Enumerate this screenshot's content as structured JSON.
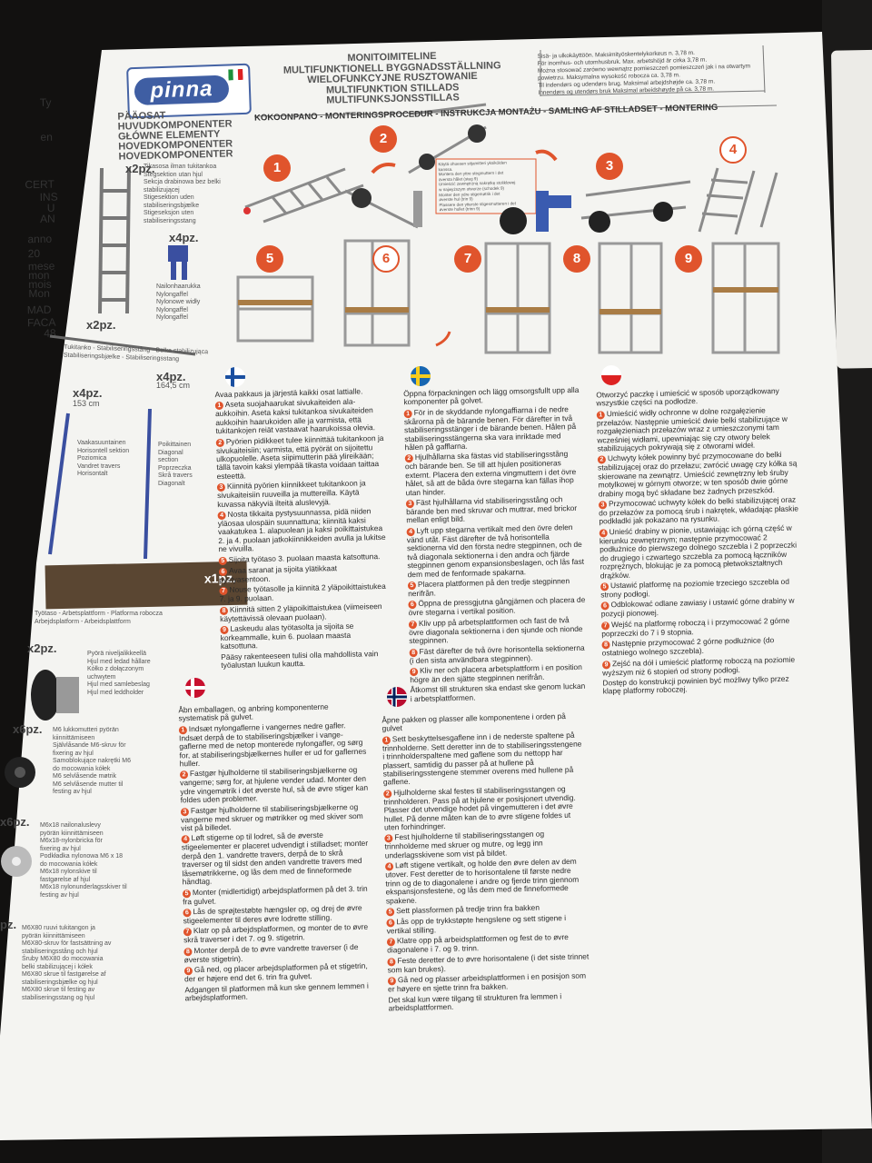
{
  "header": {
    "logo": "pinna",
    "titles": [
      "MONITOIMITELINE",
      "MULTIFUNKTIONELL BYGGNADSSTÄLLNING",
      "WIELOFUNKCYJNE RUSZTOWANIE",
      "MULTIFUNKTION STILLADS",
      "MULTIFUNKSJONSSTILLAS"
    ],
    "specs": [
      "Sisä- ja ulkokäyttöön. Maksimityöskentelykorkeus n. 3,78 m.",
      "För inomhus- och utomhusbruk. Max. arbetshöjd är cirka 3,78 m.",
      "Można stosować zarówno wewnątrz pomieszczeń pomieszczeń jak i na otwartym powietrzu. Maksymalna wysokość robocza ca. 3,78 m.",
      "Til indendørs og udendørs brug. Maksimal arbejdshøjde ca. 3,78 m.",
      "Innendørs og utendørs bruk Maksimal arbeidshøyde på ca. 3,78 m."
    ],
    "procedure": "KOKOONPANO - MONTERINGSPROCEDUR - INSTRUKCJA MONTAŻU - SAMLING AF STILLADSET - MONTERING"
  },
  "components": {
    "title": [
      "PÄÄOSAT",
      "HUVUDKOMPONENTER",
      "GŁÓWNE ELEMENTY",
      "HOVEDKOMPONENTER",
      "HOVEDKOMPONENTER"
    ],
    "ladder_qty": "x2pz.",
    "ladder_text": [
      "Tikasosa ilman tukitankoa",
      "Stegsektion utan hjul",
      "Sekcja drabinowa bez belki",
      "stabilizującej",
      "Stigesektion uden",
      "stabiliseringsbjælke",
      "Stigeseksjon uten",
      "stabiliseringsstang"
    ],
    "nylon_qty": "x4pz.",
    "nylon_text": [
      "Nailonhaarukka",
      "Nylongaffel",
      "Nylonowe widły",
      "Nylongaffel",
      "Nylongaffel"
    ],
    "stab_qty": "x2pz.",
    "stab_text": [
      "Tukitanko - Stabiliseringsstång - Belka stabilizująca",
      "Stabiliseringsbjælke - Stabiliseringsstang"
    ],
    "horiz_qty": "x4pz.",
    "horiz_len": "153 cm",
    "horiz_text": [
      "Vaakasuuntainen",
      "Horisontell sektion",
      "Poziomica",
      "Vandret travers",
      "Horisontalt"
    ],
    "diag_qty": "x4pz.",
    "diag_len": "164,5 cm",
    "diag_text": [
      "Poikittainen",
      "Diagonal",
      "section",
      "Poprzeczka",
      "Skrå travers",
      "Diagonalt"
    ],
    "platform_qty": "x1pz.",
    "platform_text": [
      "Työtaso - Arbetsplattform - Platforma robocza",
      "Arbejdsplatform - Arbeidsplattform"
    ],
    "wheel_qty": "x2pz.",
    "wheel_text": [
      "Pyörä niveljalikkeellä",
      "Hjul med ledad hållare",
      "Kółko z dołączonym",
      "uchwytem",
      "Hjul med samlebeslag",
      "Hjul med leddholder"
    ],
    "nut_qty": "x6pz.",
    "nut_text": [
      "M6 lukkomutteri pyörän",
      "kiinnittämiseen",
      "Självlåsande M6-skruv för",
      "fixering av hjul",
      "Samoblokujące nakrętki M6",
      "do mocowania kółek",
      "M6 selvlåsende møtrik",
      "M6 selvlåsende mutter til",
      "festing av hjul"
    ],
    "washer_qty": "x6pz.",
    "washer_text": [
      "M6x18 nailonaluslevy",
      "pyörän kiinnittämiseen",
      "M6x18-nylonbricka för",
      "fixering av hjul",
      "Podkładka nylonowa M6 x 18",
      "do mocowania kółek",
      "M6x18 nylonskive til",
      "fastgørelse af hjul",
      "M6x18 nylonunderlagsskiver til",
      "festing av hjul"
    ],
    "screw_qty": "pz.",
    "screw_text": [
      "M6X80 ruuvi tukitangon ja",
      "pyörän kiinnittämiseen",
      "M6X80-skruv för fastsättning av",
      "stabiliseringsstång och hjul",
      "Śruby M6X80 do mocowania",
      "belki stabilizującej i kółek",
      "M6X80 skrue til fastgørelse af",
      "stabiliseringsbjælke og hjul",
      "M6X80 skrue til festing av",
      "stabiliseringsstang og hjul"
    ]
  },
  "steps": [
    "1",
    "2",
    "3",
    "4",
    "5",
    "6",
    "7",
    "8",
    "9"
  ],
  "step2_box": [
    "Käytä ohuesen sitjamitteri yksiköiden",
    "kanssa.",
    "Montera den yttre stegmuttern i det",
    "översta hålet (steg 9)",
    "Umieścić zewnętrzną nakrętkę stoliklowej",
    "w najwyższym otworze (schodek 9)",
    "Monter den ydre stigemøtrik i det",
    "øverste hul (trin 9)",
    "Plassere den ytterste stigesmutteren i det",
    "øverste hullet (trinn 9)"
  ],
  "columns": {
    "fi": {
      "intro": "Avaa pakkaus ja järjestä kaikki osat lattialle.",
      "items": [
        "Aseta suojahaarukat sivukaiteiden ala-aukkoihin. Aseta kaksi tukitankoa sivukaiteiden aukkoihin haarukoiden alle ja varmista, että tukitankojen reiät vastaavat haarukoissa olevia.",
        "Pyörien pidikkeet tulee kiinnittää tukitankoon ja sivukaiteisiin; varmista, että pyörät on sijoitettu ulkopuolelle. Aseta siipimutterin pää ylireikään; tällä tavoin kaksi ylempää tikasta voidaan taittaa esteettä.",
        "Kiinnitä pyörien kiinnikkeet tukitankoon ja sivukaiteisiin ruuveilla ja muttereilla. Käytä kuvassa näkyviä ilteitä aluslevyjä.",
        "Nosta tikkaita pystysuunnassa, pidä niiden yläosaa ulospäin suunnattuna; kiinnitä kaksi vaakatukea 1. alapuolean ja kaksi poikittaistukea 2. ja 4. puolaan jatkokiinnikkeiden avulla ja lukitse ne vivuilla.",
        "Sijoita työtaso 3. puolaan maasta katsottuna.",
        "Avaa saranat ja sijoita ylätikkaat pystyasentoon.",
        "Nouse työtasolle ja kiinnitä 2 yläpoikittaistukea 7. ja 9. puolaan.",
        "Kiinnitä sitten 2 yläpoikittaistukea (viimeiseen käytettävissä olevaan puolaan).",
        "Laskeudu alas työtasolta ja sijoita se korkeammalle, kuin 6. puolaan maasta katsottuna."
      ],
      "outro": "Pääsy rakenteeseen tulisi olla mahdollista vain työalustan luukun kautta."
    },
    "sv": {
      "intro": "Öppna förpackningen och lägg omsorgsfullt upp alla komponenter på golvet.",
      "items": [
        "För in de skyddande nylongaffiarna i de nedre skårorna på de bärande benen. För därefter in två stabiliseringsstänger i de bärande benen. Hålen på stabiliseringsstängerna ska vara inriktade med hålen på gafflarna.",
        "Hjulhållarna ska fästas vid stabiliseringsstång och bärande ben. Se till att hjulen positioneras externt. Placera den externa vingmuttern i det övre hålet, så att de båda övre stegarna kan fällas ihop utan hinder.",
        "Fäst hjulhållarna vid stabiliseringsstång och bärande ben med skruvar och muttrar, med brickor mellan enligt bild.",
        "Lyft upp stegarna vertikalt med den övre delen vänd utåt. Fäst därefter de två horisontella sektionerna vid den första nedre stegpinnen, och de två diagonala sektionerna i den andra och fjärde stegpinnen genom expansionsbeslagen, och lås fast dem med de fenformade spakarna.",
        "Placera plattformen på den tredje stegpinnen nerifrån.",
        "Öppna de pressgjutna gångjärnen och placera de övre stegarna i vertikal position.",
        "Kliv upp på arbetsplattformen och fast de två övre diagonala sektionerna i den sjunde och nionde stegpinnen.",
        "Fäst därefter de två övre horisontella sektionerna (i den sista användbara stegpinnen).",
        "Kliv ner och placera arbetsplattform i en position högre än den sjätte stegpinnen nerifrån."
      ],
      "outro": "Åtkomst till strukturen ska endast ske genom luckan i arbetsplattformen."
    },
    "pl": {
      "intro": "Otworzyć paczkę i umieścić w sposób uporządkowany wszystkie części na podłodze.",
      "items": [
        "Umieścić widły ochronne w dolne rozgałęzienie przełazów. Następnie umieścić dwie belki stabilizujące w rozgałęzieniach przełazów wraz z umieszczonymi tam wcześniej widłami, upewniając się czy otwory belek stabilizujących pokrywają się z otworami wideł.",
        "Uchwyty kółek powinny być przymocowane do belki stabilizującej oraz do przełazu; zwrócić uwagę czy kółka są skierowane na zewnątrz. Umieścić zewnętrzny łeb śruby motylkowej w górnym otworze; w ten sposób dwie górne drabiny mogą być składane bez żadnych przeszkód.",
        "Przymocować uchwyty kółek do belki stabilizującej oraz do przełazów za pomocą śrub i nakrętek, wkładając płaskie podkładki jak pokazano na rysunku.",
        "Unieść drabiny w pionie, ustawiając ich górną część w kierunku zewnętrznym; następnie przymocować 2 podłużnice do pierwszego dolnego szczebla i 2 poprzeczki do drugiego i czwartego szczebla za pomocą łączników rozprężnych, blokując je za pomocą płetwokształtnych drążków.",
        "Ustawić platformę na poziomie trzeciego szczebla od strony podłogi.",
        "Odblokować odlane zawiasy i ustawić górne drabiny w pozycji pionowej.",
        "Wejść na platformę roboczą i i przymocować 2 górne poprzeczki do 7 i 9 stopnia.",
        "Następnie przymocować 2 górne podłużnice (do ostatniego wolnego szczebla).",
        "Zejść na dół i umieścić platformę roboczą na poziomie wyższym niż 6 stopień od strony podłogi."
      ],
      "outro": "Dostęp do konstrukcji powinien być możliwy tylko przez klapę platformy roboczej."
    },
    "da": {
      "intro": "Åbn emballagen, og anbring komponenterne systematisk på gulvet.",
      "items": [
        "Indsæt nylongaflerne i vangernes nedre gafler. Indsæt derpå de to stabiliseringsbjælker i vange-gaflerne med de netop monterede nylongafler, og sørg for, at stabiliseringsbjælkernes huller er ud for gaflernes huller.",
        "Fastgør hjulholderne til stabiliseringsbjælkerne og vangerne; sørg for, at hjulene vender udad. Monter den ydre vingemøtrik i det øverste hul, så de øvre stiger kan foldes uden problemer.",
        "Fastgør hjulholderne til stabiliseringsbjælkerne og vangerne med skruer og møtrikker og med skiver som vist på billedet.",
        "Løft stigerne op til lodret, så de øverste stigeelementer er placeret udvendigt i stilladset; monter derpå den 1. vandrette travers, derpå de to skrå traverser og til sidst den anden vandrette travers med låsemøtrikkerne, og lås dem med de finneformede håndtag.",
        "Monter (midlertidigt) arbejdsplatformen på det 3. trin fra gulvet.",
        "Lås de sprøjtestøbte hængsler op, og drej de øvre stigeelementer til deres øvre lodrette stilling.",
        "Klatr op på arbejdsplatformen, og monter de to øvre skrå traverser i det 7. og 9. stigetrin.",
        "Monter derpå de to øvre vandrette traverser (i de øverste stigetrin).",
        "Gå ned, og placer arbejdsplatformen på et stigetrin, der er højere end det 6. trin fra gulvet."
      ],
      "outro": "Adgangen til platformen må kun ske gennem lemmen i arbejdsplatformen."
    },
    "no": {
      "intro": "Åpne pakken og plasser alle komponentene i orden på gulvet",
      "items": [
        "Sett beskyttelsesgaflene inn i de nederste spaltene på trinnholderne. Sett deretter inn de to stabiliseringsstengene i trinnholderspaltene med gaflene som du nettopp har plassert, samtidig du passer på at hullene på stabiliseringsstengene stemmer overens med hullene på gaflene.",
        "Hjulholderne skal festes til stabiliseringsstangen og trinnholderen. Pass på at hjulene er posisjonert utvendig. Plasser det utvendige hodet på vingemutteren i det øvre hullet. På denne måten kan de to øvre stigene foldes ut uten forhindringer.",
        "Fest hjulholderne til stabiliseringsstangen og trinnholderne med skruer og mutre, og legg inn underlagsskivene som vist på bildet.",
        "Løft stigene vertikalt, og holde den øvre delen av dem utover. Fest deretter de to horisontalene til første nedre trinn og de to diagonalene i andre og fjerde trinn gjennom ekspansjonsfestene, og lås dem med de finneformede spakene.",
        "Sett plassformen på tredje trinn fra bakken",
        "Lås opp de trykkstøpte hengslene og sett stigene i vertikal stilling.",
        "Klatre opp på arbeidsplattformen og fest de to øvre diagonalene i 7. og 9. trinn.",
        "Feste deretter de to øvre horisontalene (i det siste trinnet som kan brukes).",
        "Gå ned og plasser arbeidsplattformen i en posisjon som er høyere en sjette trinn fra bakken."
      ],
      "outro": "Det skal kun være tilgang til strukturen fra lemmen i arbeidsplattformen."
    }
  },
  "side_card": [
    "Ty",
    "en",
    "CERT",
    "INS",
    "U",
    "AN",
    "anno",
    "20",
    "mese",
    "mon",
    "mois",
    "Mon",
    "MAD",
    "FACA",
    "48"
  ],
  "colors": {
    "accent": "#e0542c",
    "brand": "#3f5ea3",
    "board": "#f4f4f1"
  }
}
